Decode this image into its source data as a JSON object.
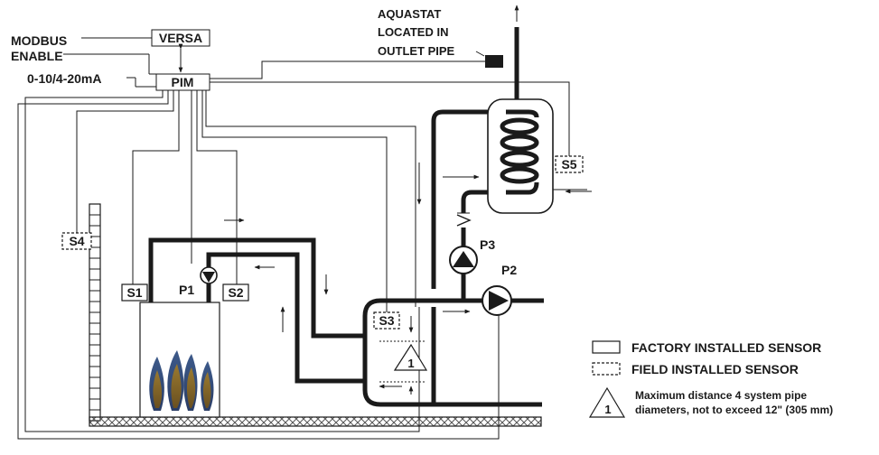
{
  "labels": {
    "modbus": "MODBUS",
    "enable": "ENABLE",
    "analog": "0-10/4-20mA",
    "versa": "VERSA",
    "pim": "PIM",
    "aquastat_1": "AQUASTAT",
    "aquastat_2": "LOCATED IN",
    "aquastat_3": "OUTLET PIPE"
  },
  "sensors": {
    "s1": "S1",
    "s2": "S2",
    "s3": "S3",
    "s4": "S4",
    "s5": "S5"
  },
  "pumps": {
    "p1": "P1",
    "p2": "P2",
    "p3": "P3"
  },
  "notes": {
    "note_number": "1"
  },
  "legend": {
    "factory": "FACTORY INSTALLED SENSOR",
    "field": "FIELD INSTALLED SENSOR",
    "note_line1": "Maximum distance 4 system pipe",
    "note_line2": "diameters, not to exceed 12\" (305 mm)",
    "note_number": "1"
  },
  "colors": {
    "line": "#1a1a1a",
    "flame_outer": "#3d5a8a",
    "flame_inner": "#8a6a2a",
    "hatch": "#555555"
  }
}
